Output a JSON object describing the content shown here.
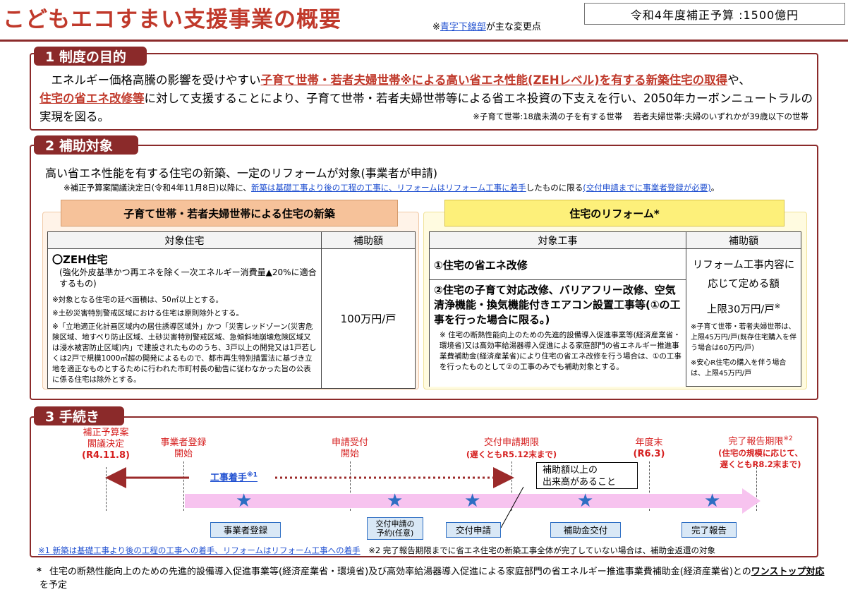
{
  "header": {
    "title": "こどもエコすまい支援事業の概要",
    "note_pre": "※",
    "note_link": "青字下線部",
    "note_post": "が主な変更点",
    "budget": "令和4年度補正予算 :1500億円"
  },
  "s1": {
    "tab": "1 制度の目的",
    "t1": "エネルギー価格高騰の影響を受けやすい",
    "t2": "子育て世帯・若者夫婦世帯※による高い省エネ性能(ZEHレベル)を有する新築住宅の取得",
    "t3": "や、",
    "t4": "住宅の省エネ改修等",
    "t5": "に対して支援することにより、子育て世帯・若者夫婦世帯等による省エネ投資の下支えを行い、2050年カーボンニュートラルの実現を図る。",
    "note": "※子育て世帯:18歳未満の子を有する世帯　 若者夫婦世帯:夫婦のいずれかが39歳以下の世帯"
  },
  "s2": {
    "tab": "2 補助対象",
    "intro": "高い省エネ性能を有する住宅の新築、一定のリフォームが対象(事業者が申請)",
    "note_a": "※補正予算案閣議決定日(令和4年11月8日)以降に、",
    "note_b": "新築は基礎工事より後の工程の工事に、リフォームはリフォーム工事に着手",
    "note_c": "したものに限る",
    "note_d": "(交付申請までに事業者登録が必要)",
    "note_e": "。",
    "new": {
      "header": "子育て世帯・若者夫婦世帯による住宅の新築",
      "col1": "対象住宅",
      "col2": "補助額",
      "zeh": "〇ZEH住宅",
      "zeh_desc": "(強化外皮基準かつ再エネを除く一次エネルギー消費量▲20%に適合するもの)",
      "n1": "※対象となる住宅の延べ面積は、50㎡以上とする。",
      "n2": "※土砂災害特別警戒区域における住宅は原則除外とする。",
      "n3": "※「立地適正化計画区域内の居住誘導区域外」かつ「災害レッドゾーン(災害危険区域、地すべり防止区域、土砂災害特別警戒区域、急傾斜地崩壊危険区域又は浸水被害防止区域)内」で建設されたもののうち、3戸以上の開発又は1戸若しくは2戸で規模1000㎡超の開発によるもので、都市再生特別措置法に基づき立地を適正なものとするために行われた市町村長の勧告に従わなかった旨の公表に係る住宅は除外とする。",
      "amount": "100万円/戸"
    },
    "ref": {
      "header": "住宅のリフォーム*",
      "col1": "対象工事",
      "col2": "補助額",
      "w1": "①住宅の省エネ改修",
      "w2": "②住宅の子育て対応改修、バリアフリー改修、空気清浄機能・換気機能付きエアコン設置工事等(①の工事を行った場合に限る。)",
      "w2_note": "※ 住宅の断熱性能向上のための先進的設備導入促進事業等(経済産業省・環境省)又は高効率給湯器導入促進による家庭部門の省エネルギー推進事業費補助金(経済産業省)により住宅の省エネ改修を行う場合は、①の工事を行ったものとして②の工事のみでも補助対象とする。",
      "amt1": "リフォーム工事内容に応じて定める額",
      "amt2": "上限30万円/戸",
      "amt2_mark": "※",
      "amt_n1": "※子育て世帯・若者夫婦世帯は、上限45万円/戸(既存住宅購入を伴う場合は60万円/戸)",
      "amt_n2": "※安心R住宅の購入を伴う場合は、上限45万円/戸"
    }
  },
  "s3": {
    "tab": "3 手続き",
    "e1a": "補正予算案",
    "e1b": "閣議決定",
    "e1c": "(R4.11.8)",
    "e2a": "事業者登録",
    "e2b": "開始",
    "e3a": "申請受付",
    "e3b": "開始",
    "e4a": "交付申請期限",
    "e4b": "(遅くともR5.12末まで)",
    "e5a": "年度末",
    "e5b": "(R6.3)",
    "e6a": "完了報告期限",
    "e6a_sup": "※2",
    "e6b": "(住宅の規模に応じて、",
    "e6c": "遅くともR8.2末まで)",
    "kouji": "工事着手",
    "kouji_sup": "※1",
    "callout1": "補助額以上の",
    "callout2": "出来高があること",
    "b1": "事業者登録",
    "b2a": "交付申請の",
    "b2b": "予約(任意)",
    "b3": "交付申請",
    "b4": "補助金交付",
    "b5": "完了報告",
    "f1": "※1 新築は基礎工事より後の工程の工事への着手、リフォームはリフォーム工事への着手",
    "f2": "※2 完了報告期限までに省エネ住宅の新築工事全体が完了していない場合は、補助金返還の対象"
  },
  "footer": {
    "mark": "*",
    "t1": "住宅の断熱性能向上のための先進的設備導入促進事業等(経済産業省・環境省)及び高効率給湯器導入促進による家庭部門の省エネルギー推進事業費補助金(経済産業省)との",
    "t2": "ワンストップ対応",
    "t3": "を予定"
  },
  "colors": {
    "brand": "#8b2a2a",
    "red": "#c0392b",
    "blue": "#1f4fd0",
    "star": "#2d6ec3"
  }
}
